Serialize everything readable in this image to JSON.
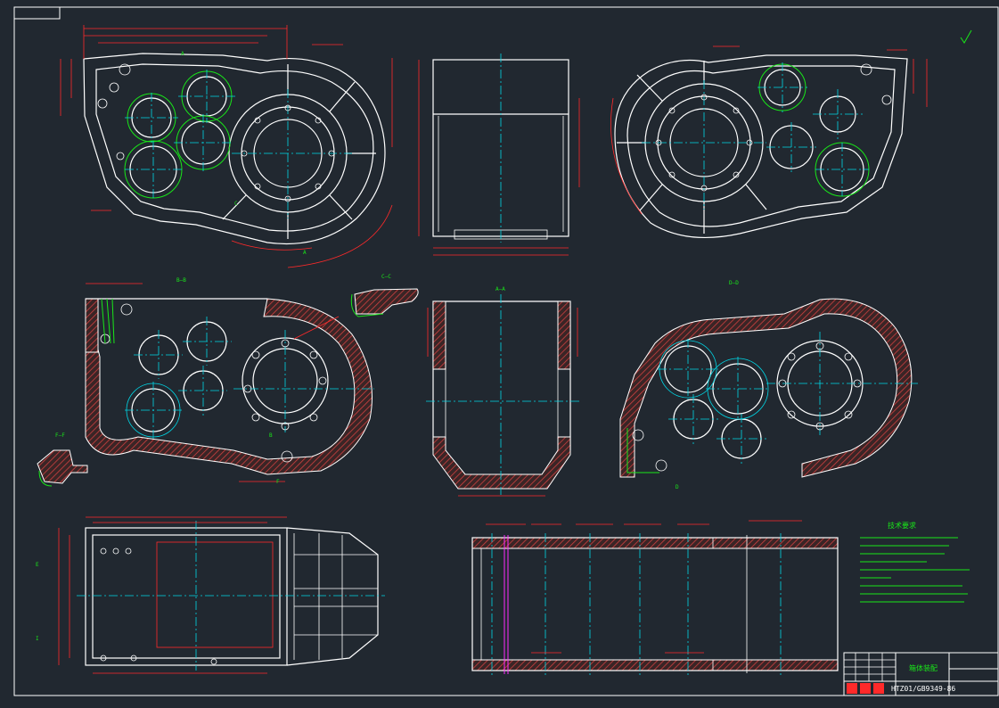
{
  "views": {
    "section_bb": "B—B",
    "section_cc": "C—C",
    "section_aa": "A—A",
    "section_dd": "D—D",
    "section_ff": "F—F"
  },
  "callouts": {
    "a1": "A",
    "a2": "A",
    "c1": "C",
    "b1": "B",
    "b2": "B",
    "d1": "D",
    "f1": "F",
    "e1": "E",
    "i1": "I"
  },
  "technical_requirements": {
    "title": "技术要求"
  },
  "title_block": {
    "part_name": "箱体装配",
    "drawing_code": "HTZ01/GB9349-86"
  },
  "colors": {
    "background": "#212830",
    "outline": "#ffffff",
    "centerline": "#00d7e6",
    "dimension": "#ff2a2a",
    "annotation": "#19e619",
    "highlight": "#ff2dff",
    "hatch": "#c83c3c"
  }
}
